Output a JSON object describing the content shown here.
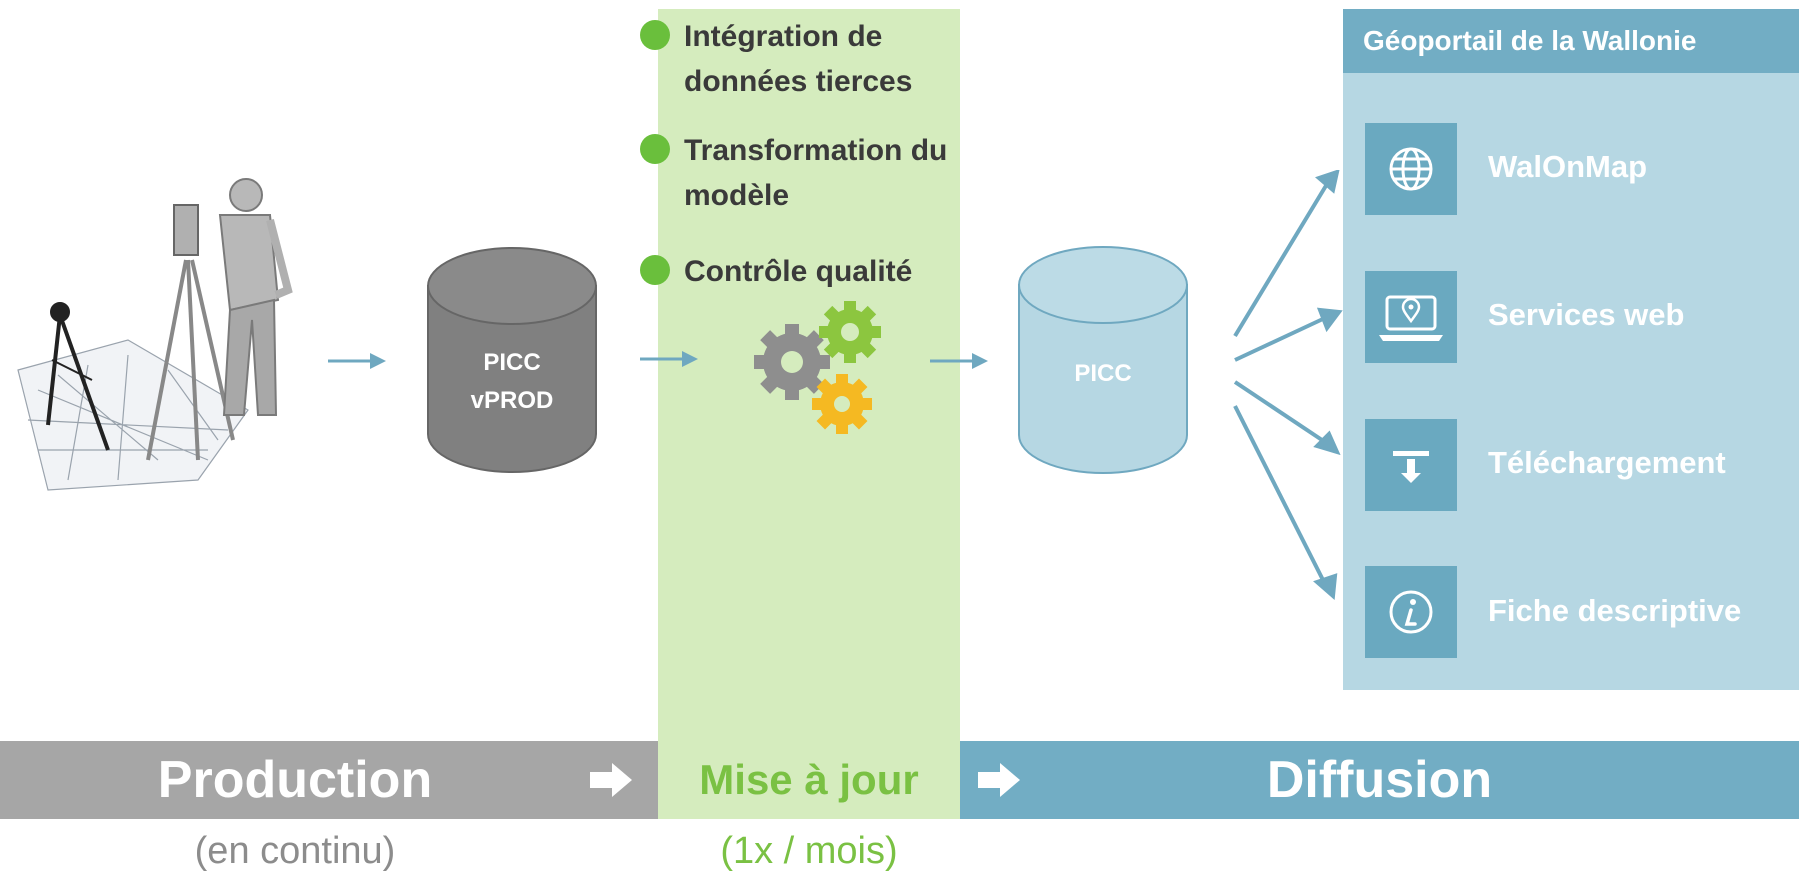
{
  "update_steps": [
    {
      "label": "Intégration de données tierces"
    },
    {
      "label": "Transformation du modèle"
    },
    {
      "label": "Contrôle qualité"
    }
  ],
  "databases": {
    "prod": {
      "line1": "PICC",
      "line2": "vPROD"
    },
    "final": {
      "label": "PICC"
    }
  },
  "geoportal": {
    "title": "Géoportail de la Wallonie",
    "services": [
      {
        "label": "WalOnMap",
        "icon": "globe-icon"
      },
      {
        "label": "Services web",
        "icon": "laptop-pin-icon"
      },
      {
        "label": "Téléchargement",
        "icon": "download-icon"
      },
      {
        "label": "Fiche descriptive",
        "icon": "info-icon"
      }
    ]
  },
  "phases": {
    "production": {
      "label": "Production",
      "frequency": "(en continu)"
    },
    "update": {
      "label": "Mise à jour",
      "frequency": "(1x / mois)"
    },
    "diffusion": {
      "label": "Diffusion"
    }
  },
  "colors": {
    "grey_bar": "#a6a6a6",
    "green_band": "#d5ecbe",
    "green_text": "#7ac143",
    "blue_bar": "#72adc4",
    "arrow_blue": "#6fa8c0",
    "panel_bg": "#b6d7e3"
  }
}
